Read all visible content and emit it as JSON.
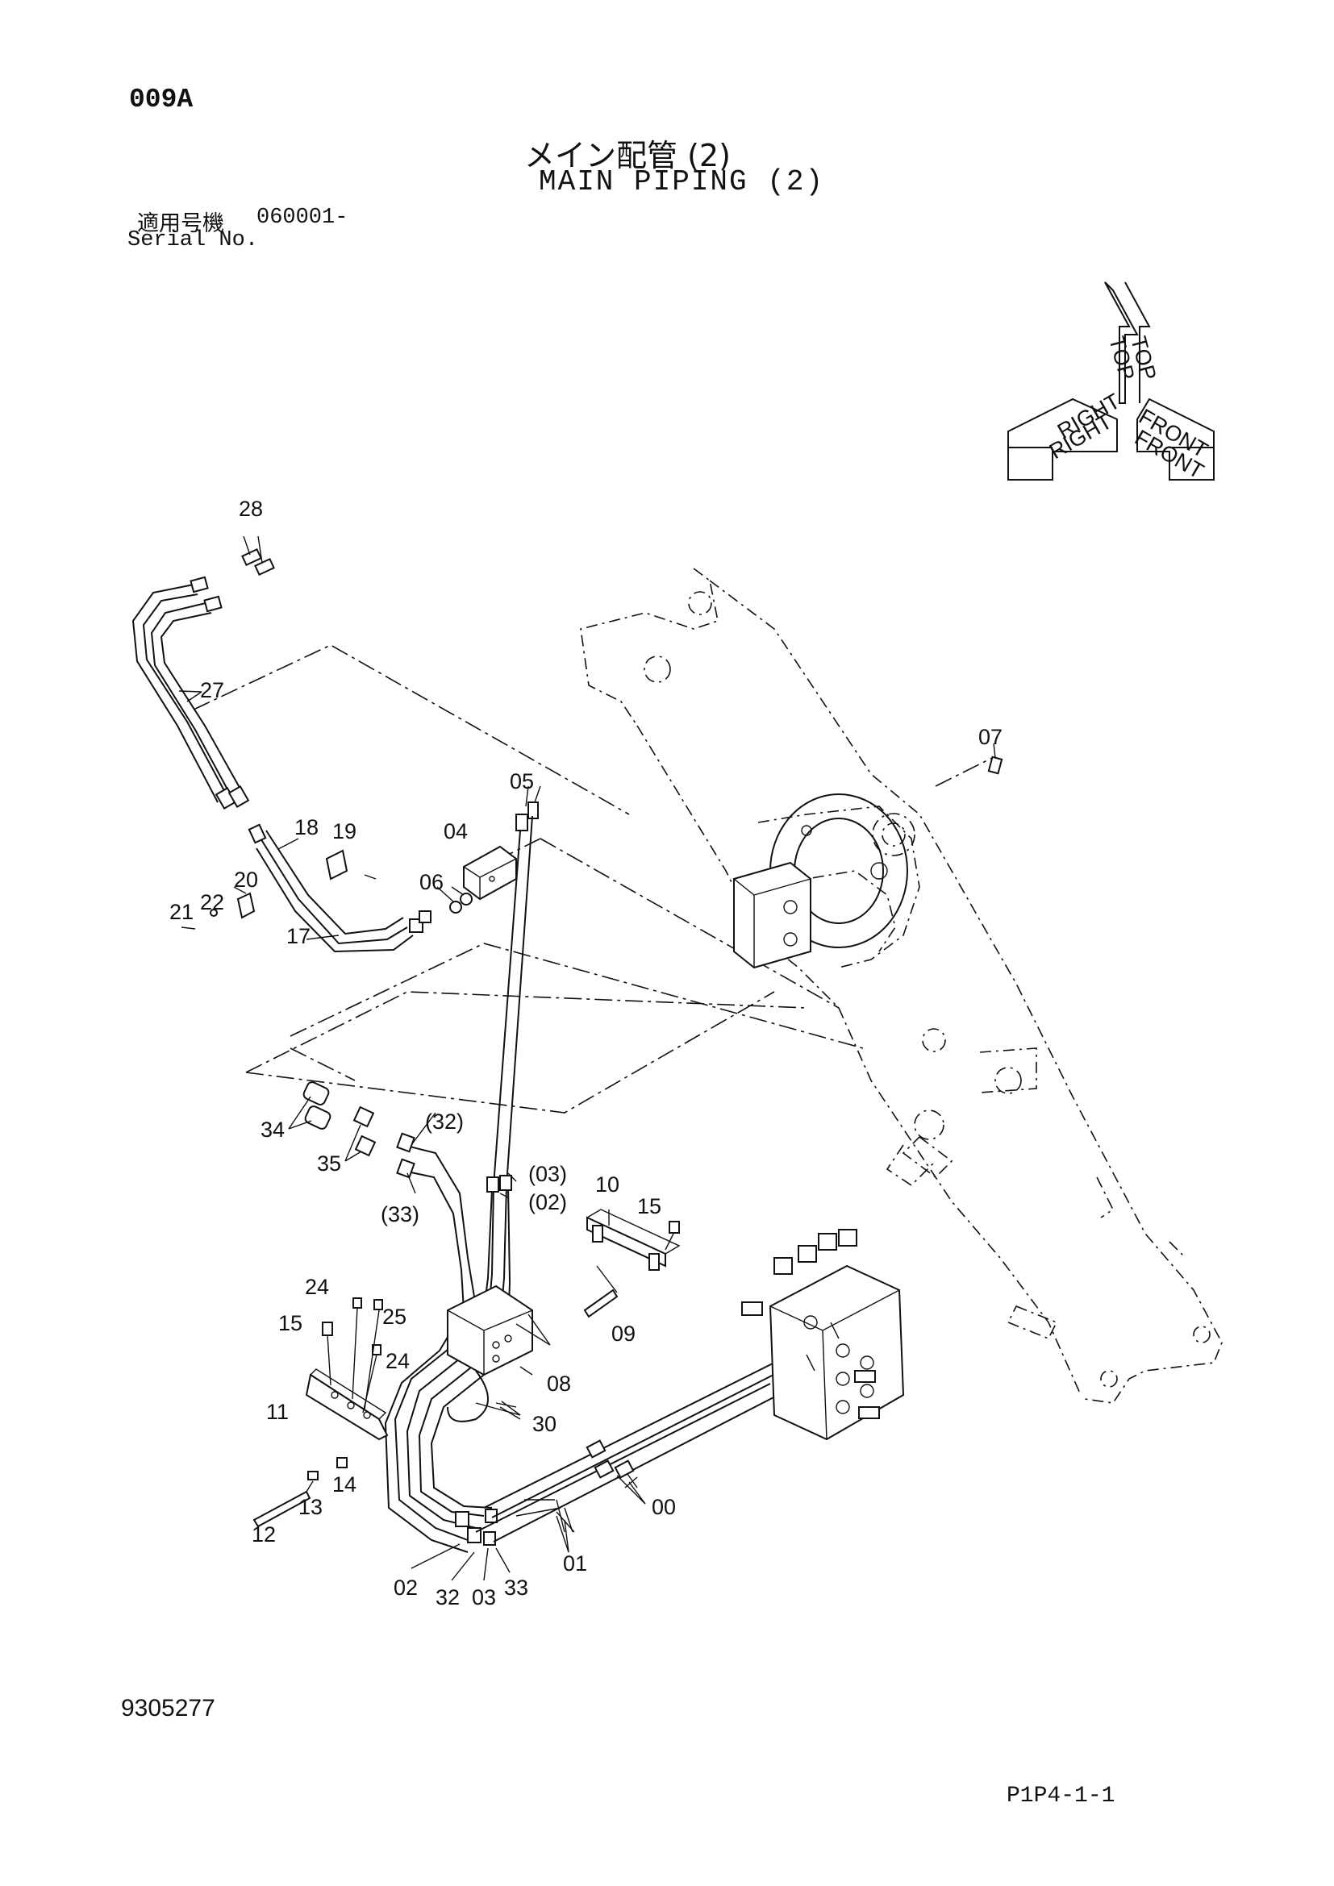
{
  "header": {
    "page_code": "009A",
    "title_jp": "メイン配管 (2)",
    "title_en": "MAIN PIPING (2)",
    "serial_label_jp": "適用号機",
    "serial_range": "060001-",
    "serial_label_en": "Serial No."
  },
  "orientation_indicator": {
    "top_label": "TOP",
    "right_label": "RIGHT",
    "front_label": "FRONT"
  },
  "part_labels": {
    "p28": "28",
    "p27": "27",
    "p18": "18",
    "p19": "19",
    "p20": "20",
    "p21": "21",
    "p22": "22",
    "p17": "17",
    "p05": "05",
    "p04": "04",
    "p06": "06",
    "p07": "07",
    "p34": "34",
    "p35": "35",
    "p32p": "(32)",
    "p33p": "(33)",
    "p03p": "(03)",
    "p02p": "(02)",
    "p10": "10",
    "p15a": "15",
    "p09": "09",
    "p24a": "24",
    "p25": "25",
    "p15b": "15",
    "p24b": "24",
    "p08": "08",
    "p30": "30",
    "p11": "11",
    "p14": "14",
    "p13": "13",
    "p12": "12",
    "p00": "00",
    "p01": "01",
    "p02": "02",
    "p32": "32",
    "p03": "03",
    "p33": "33"
  },
  "footer": {
    "document_number": "9305277",
    "page_reference": "P1P4-1-1"
  }
}
